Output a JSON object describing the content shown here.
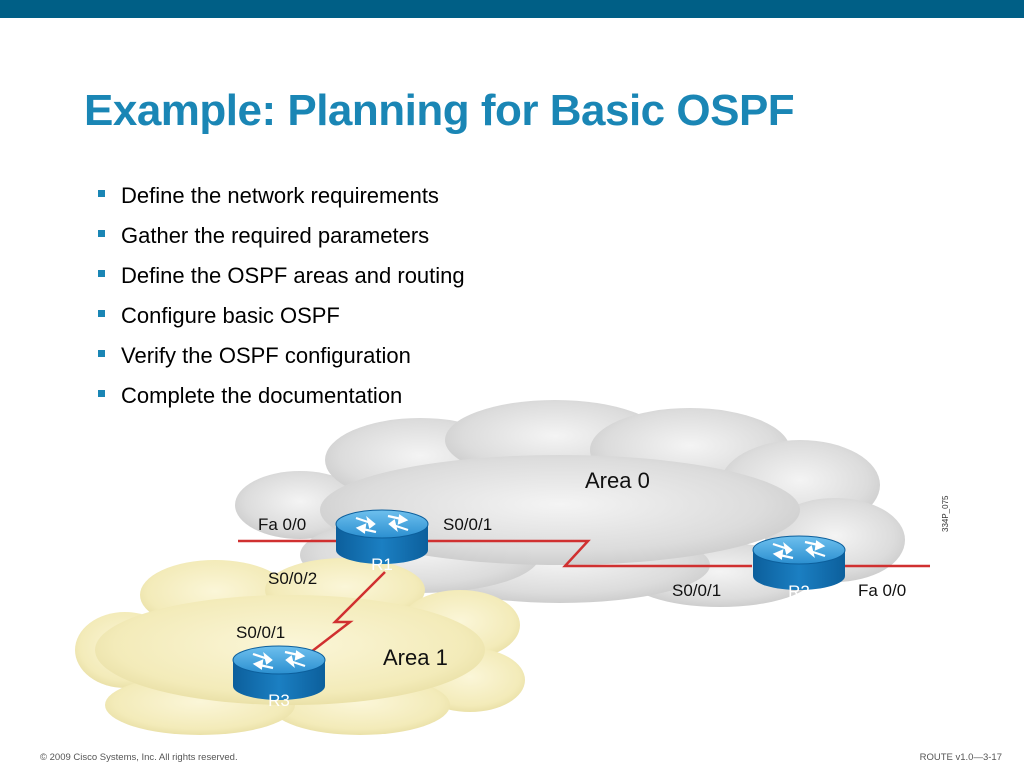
{
  "slide": {
    "title": "Example: Planning for Basic OSPF",
    "bullets": [
      "Define the network requirements",
      "Gather the required parameters",
      "Define the OSPF areas and routing",
      "Configure basic OSPF",
      "Verify the OSPF configuration",
      "Complete the documentation"
    ]
  },
  "diagram": {
    "area0_label": "Area 0",
    "area1_label": "Area 1",
    "figure_id": "334P_075",
    "routers": {
      "r1": {
        "name": "R1",
        "if_fa": "Fa 0/0",
        "if_s001": "S0/0/1",
        "if_s002": "S0/0/2"
      },
      "r2": {
        "name": "R2",
        "if_s001": "S0/0/1",
        "if_fa": "Fa 0/0"
      },
      "r3": {
        "name": "R3",
        "if_s001": "S0/0/1"
      }
    }
  },
  "footer": {
    "copyright": "© 2009 Cisco Systems, Inc. All rights reserved.",
    "course": "ROUTE v1.0—3-17"
  },
  "colors": {
    "brand_bar": "#005f86",
    "title": "#1a86b5",
    "link": "#d03030",
    "area0_cloud": "#e2e2e2",
    "area1_cloud": "#f6efc2",
    "router": "#1a7fc0"
  }
}
